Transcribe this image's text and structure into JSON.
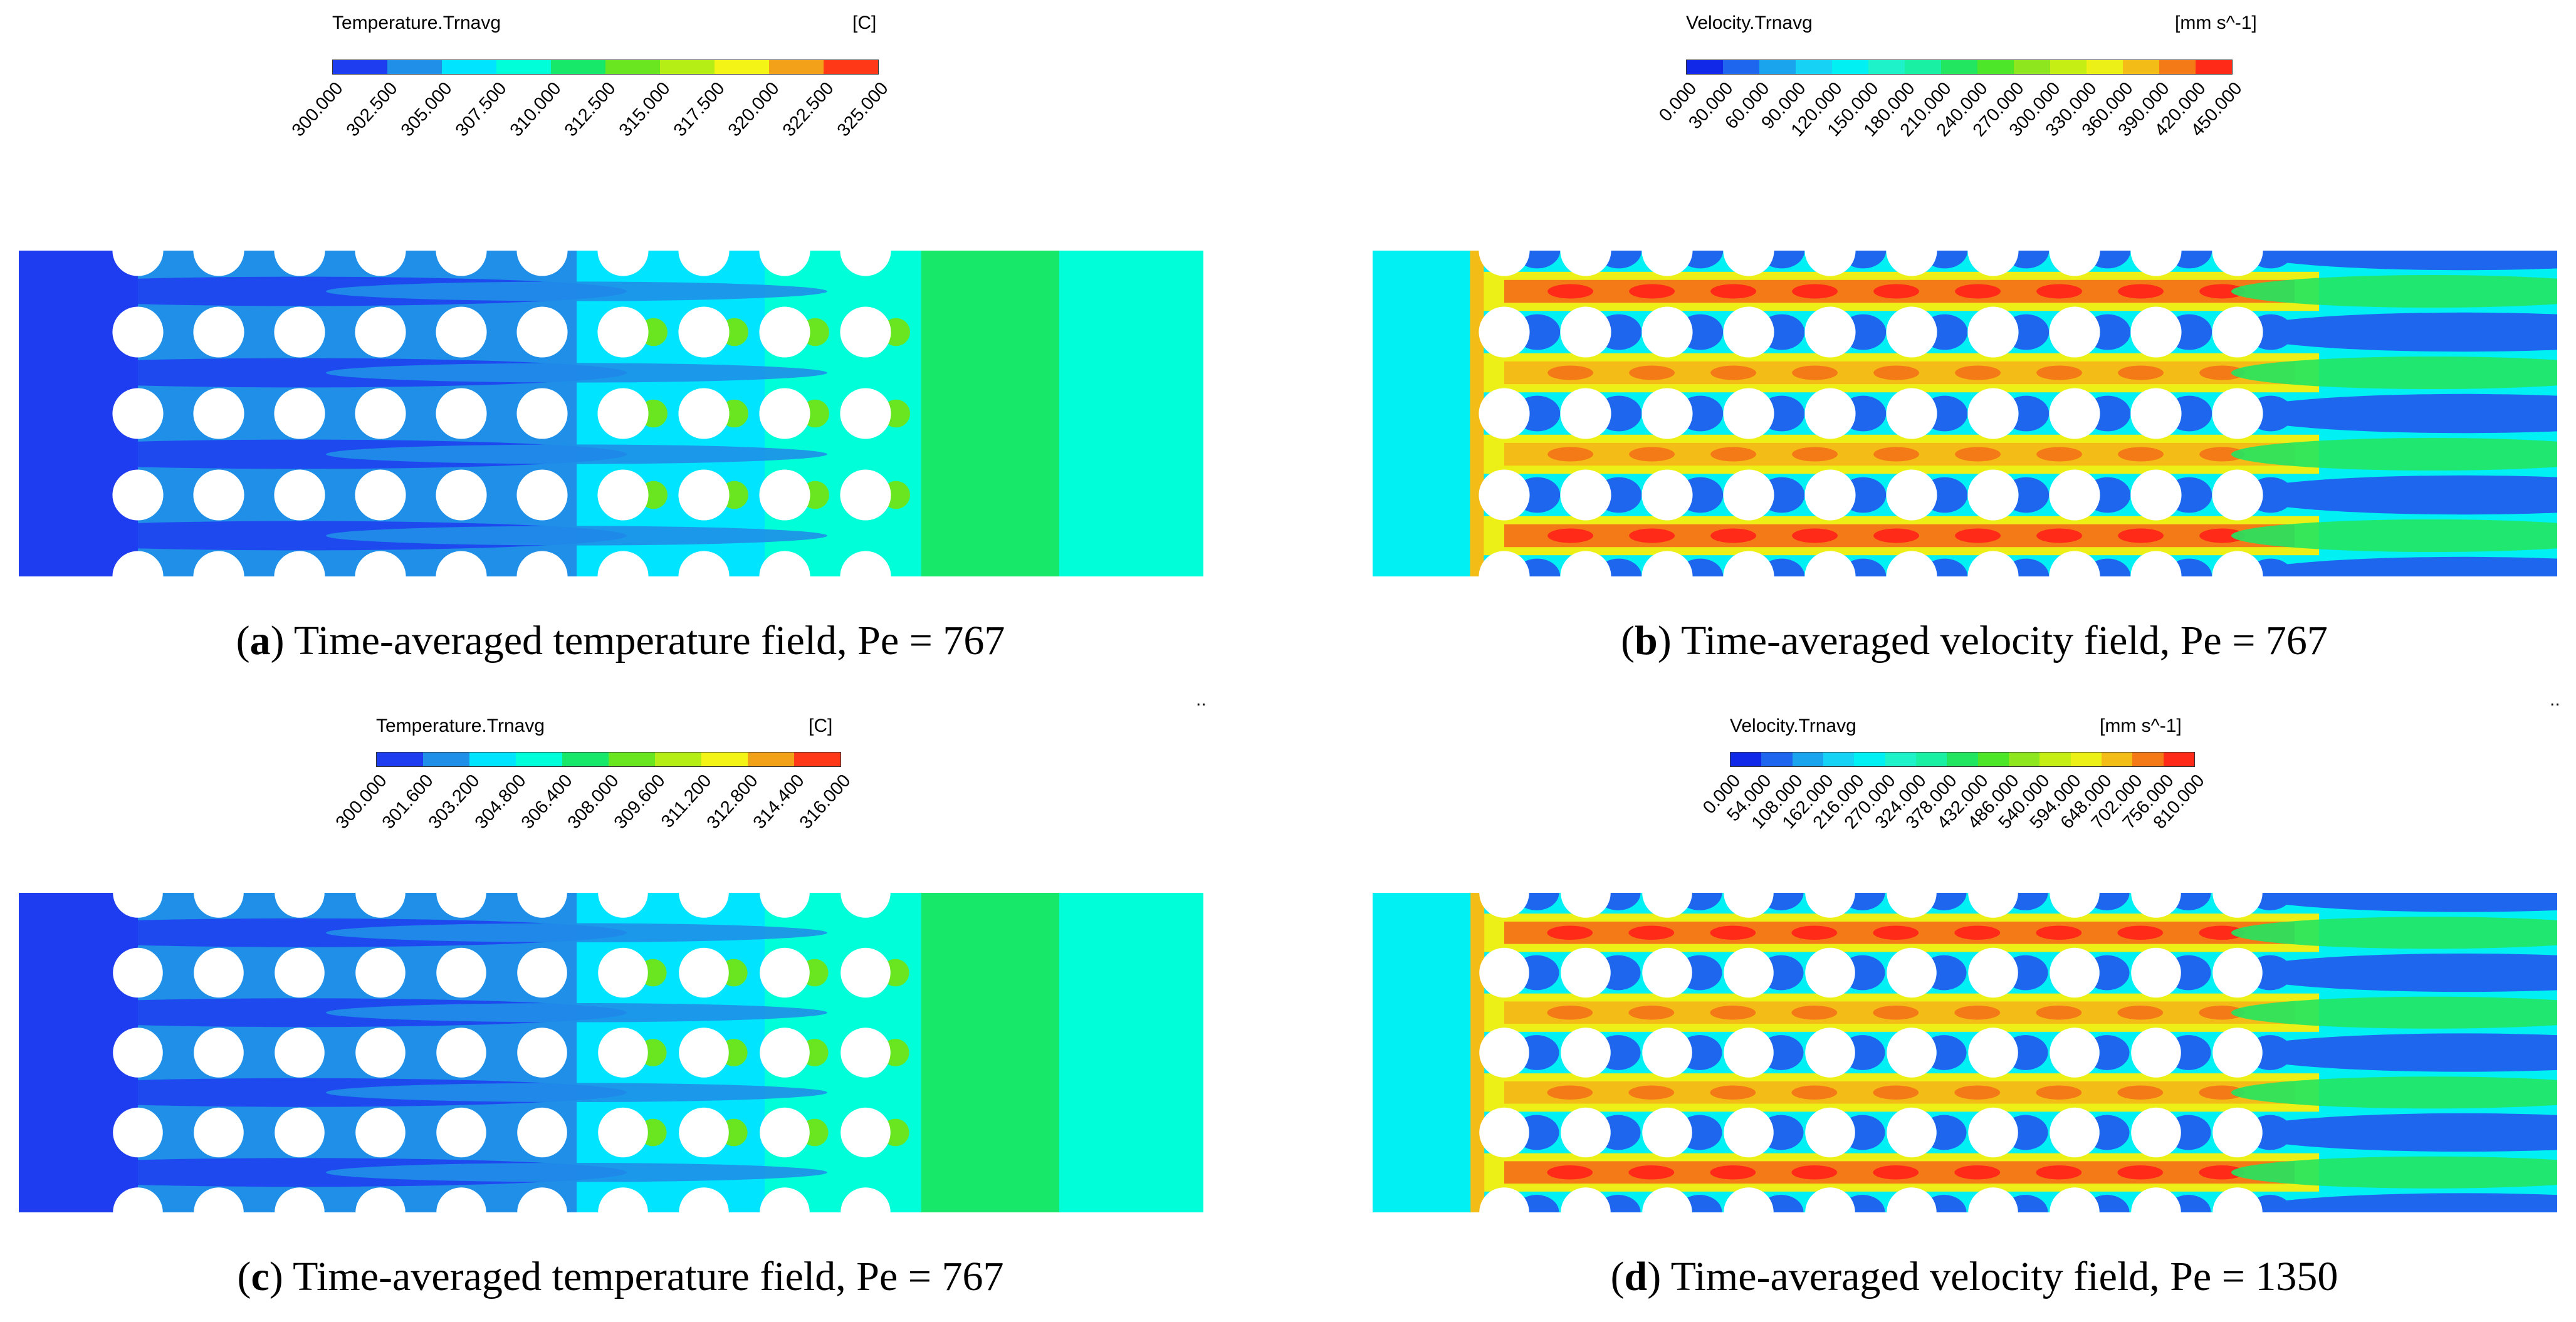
{
  "panels": [
    {
      "id": "a",
      "legend_title": "Temperature.Trnavg",
      "legend_unit": "[C]",
      "ticks": [
        "300.000",
        "302.500",
        "305.000",
        "307.500",
        "310.000",
        "312.500",
        "315.000",
        "317.500",
        "320.000",
        "322.500",
        "325.000"
      ],
      "colors": [
        "#1f3df0",
        "#1f8fe8",
        "#00e4ff",
        "#00ffd8",
        "#17e86a",
        "#69e620",
        "#b4ee14",
        "#f4f416",
        "#f4a11a",
        "#ff3818"
      ],
      "caption_letter": "a",
      "caption_text": "Time-averaged temperature field, Pe = 767",
      "kind": "temperature"
    },
    {
      "id": "b",
      "legend_title": "Velocity.Trnavg",
      "legend_unit": "[mm s^-1]",
      "ticks": [
        "0.000",
        "30.000",
        "60.000",
        "90.000",
        "120.000",
        "150.000",
        "180.000",
        "210.000",
        "240.000",
        "270.000",
        "300.000",
        "330.000",
        "360.000",
        "390.000",
        "420.000",
        "450.000"
      ],
      "colors": [
        "#1228e8",
        "#1e66ee",
        "#1aa4ee",
        "#16d2f4",
        "#00f0f4",
        "#1ef2c8",
        "#1af0a4",
        "#22e660",
        "#4ee628",
        "#8ee61e",
        "#c4ee14",
        "#ecf016",
        "#f4bc16",
        "#f47a18",
        "#ff2a18"
      ],
      "caption_letter": "b",
      "caption_text": "Time-averaged velocity field, Pe = 767",
      "kind": "velocity"
    },
    {
      "id": "c",
      "legend_title": "Temperature.Trnavg",
      "legend_unit": "[C]",
      "ticks": [
        "300.000",
        "301.600",
        "303.200",
        "304.800",
        "306.400",
        "308.000",
        "309.600",
        "311.200",
        "312.800",
        "314.400",
        "316.000"
      ],
      "colors": [
        "#1f3df0",
        "#1f8fe8",
        "#00e4ff",
        "#00ffd8",
        "#17e86a",
        "#69e620",
        "#b4ee14",
        "#f4f416",
        "#f4a11a",
        "#ff3818"
      ],
      "caption_letter": "c",
      "caption_text": "Time-averaged temperature field, Pe = 767",
      "kind": "temperature"
    },
    {
      "id": "d",
      "legend_title": "Velocity.Trnavg",
      "legend_unit": "[mm s^-1]",
      "ticks": [
        "0.000",
        "54.000",
        "108.000",
        "162.000",
        "216.000",
        "270.000",
        "324.000",
        "378.000",
        "432.000",
        "486.000",
        "540.000",
        "594.000",
        "648.000",
        "702.000",
        "756.000",
        "810.000"
      ],
      "colors": [
        "#1228e8",
        "#1e66ee",
        "#1aa4ee",
        "#16d2f4",
        "#00f0f4",
        "#1ef2c8",
        "#1af0a4",
        "#22e660",
        "#4ee628",
        "#8ee61e",
        "#c4ee14",
        "#ecf016",
        "#f4bc16",
        "#f47a18",
        "#ff2a18"
      ],
      "caption_letter": "d",
      "caption_text": "Time-averaged velocity field, Pe = 1350",
      "kind": "velocity"
    }
  ],
  "separator_marks": ".."
}
